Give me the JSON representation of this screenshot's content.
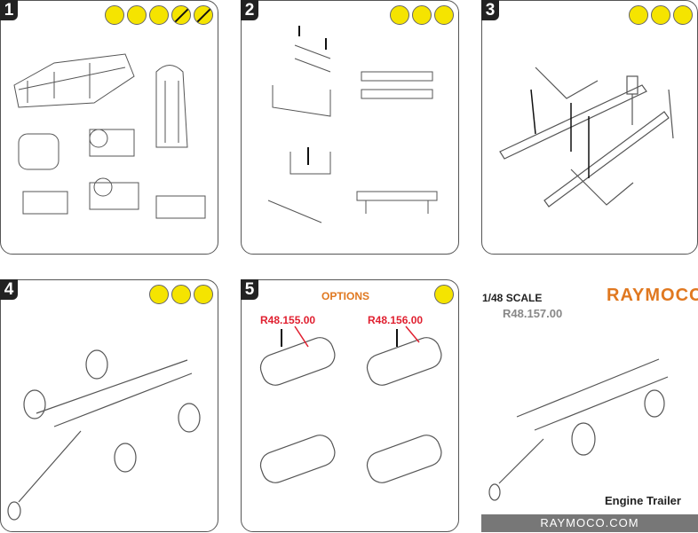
{
  "steps": [
    {
      "number": "1",
      "icons": [
        "knife-icon",
        "sanding-icon",
        "file-icon",
        "no-glue-icon",
        "no-paint-icon"
      ]
    },
    {
      "number": "2",
      "icons": [
        "knife-icon",
        "file-icon",
        "glue-icon"
      ]
    },
    {
      "number": "3",
      "icons": [
        "knife-icon",
        "file-icon",
        "glue-icon"
      ]
    },
    {
      "number": "4",
      "icons": [
        "knife-icon",
        "file-icon",
        "glue-icon"
      ]
    },
    {
      "number": "5",
      "icons": [
        "paint-brush-icon"
      ],
      "title": "OPTIONS",
      "option_a": "R48.155.00",
      "option_b": "R48.156.00"
    }
  ],
  "info": {
    "scale": "1/48 SCALE",
    "part_number": "R48.157.00",
    "brand": "RAYMOCO",
    "product_name": "Engine Trailer",
    "website": "RAYMOCO.COM"
  },
  "colors": {
    "yellow": "#f5e400",
    "orange": "#e07820",
    "red": "#e02030",
    "gray": "#777777"
  }
}
